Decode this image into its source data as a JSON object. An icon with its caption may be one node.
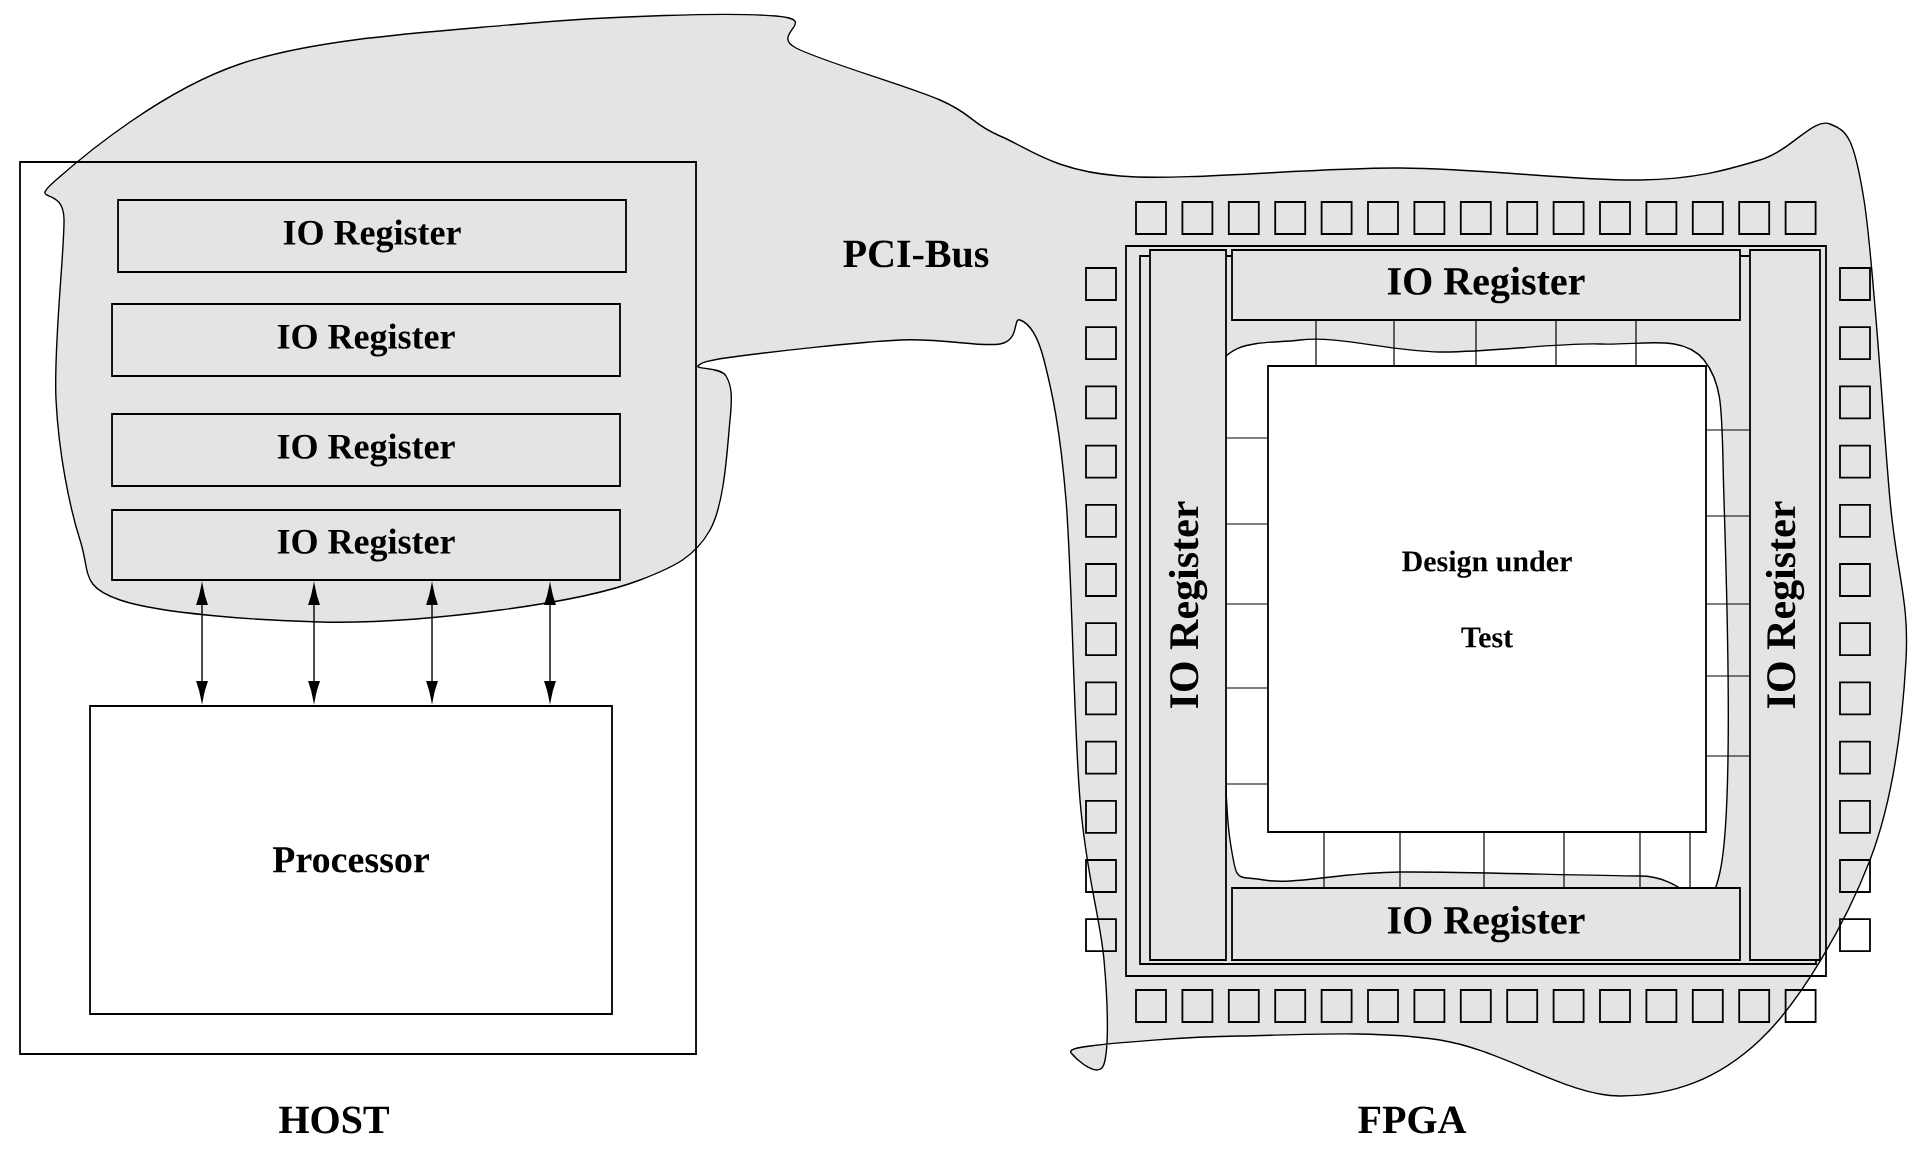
{
  "diagram": {
    "nodes": [
      {
        "text": [
          "HOST"
        ]
      },
      {
        "text": [
          "IO Register"
        ],
        "in": 0
      },
      {
        "text": [
          "IO Register"
        ],
        "in": 0
      },
      {
        "text": [
          "IO Register"
        ],
        "in": 0
      },
      {
        "text": [
          "IO Register"
        ],
        "in": 0
      },
      {
        "text": [
          "Processor"
        ],
        "in": 0
      },
      {
        "text": [
          "FPGA"
        ]
      },
      {
        "text": [
          "IO Register"
        ],
        "in": 6
      },
      {
        "text": [
          "IO Register"
        ],
        "in": 6
      },
      {
        "text": [
          "Design under Test"
        ],
        "in": 6
      },
      {
        "text": [
          "IO Register"
        ],
        "in": 6
      },
      {
        "text": [
          "IO Register"
        ],
        "in": 6
      }
    ],
    "edges": [
      {
        "from": 4,
        "to": 5,
        "arrow": "both"
      },
      {
        "from": 4,
        "to": 5,
        "arrow": "both"
      },
      {
        "from": 4,
        "to": 5,
        "arrow": "both"
      },
      {
        "from": 4,
        "to": 5,
        "arrow": "both"
      },
      {
        "from": 7,
        "to": 9,
        "arrow": "none"
      },
      {
        "from": 7,
        "to": 9,
        "arrow": "none"
      },
      {
        "from": 7,
        "to": 9,
        "arrow": "none"
      },
      {
        "from": 7,
        "to": 9,
        "arrow": "none"
      },
      {
        "from": 7,
        "to": 9,
        "arrow": "none"
      },
      {
        "from": 8,
        "to": 9,
        "arrow": "none"
      },
      {
        "from": 8,
        "to": 9,
        "arrow": "none"
      },
      {
        "from": 8,
        "to": 9,
        "arrow": "none"
      },
      {
        "from": 8,
        "to": 9,
        "arrow": "none"
      },
      {
        "from": 8,
        "to": 9,
        "arrow": "none"
      },
      {
        "from": 9,
        "to": 10,
        "arrow": "none"
      },
      {
        "from": 9,
        "to": 10,
        "arrow": "none"
      },
      {
        "from": 9,
        "to": 10,
        "arrow": "none"
      },
      {
        "from": 9,
        "to": 10,
        "arrow": "none"
      },
      {
        "from": 9,
        "to": 10,
        "arrow": "none"
      },
      {
        "from": 9,
        "to": 11,
        "arrow": "none"
      },
      {
        "from": 9,
        "to": 11,
        "arrow": "none"
      },
      {
        "from": 9,
        "to": 11,
        "arrow": "none"
      },
      {
        "from": 9,
        "to": 11,
        "arrow": "none"
      },
      {
        "from": 9,
        "to": 11,
        "arrow": "none"
      },
      {
        "from": 9,
        "to": 11,
        "arrow": "none"
      }
    ],
    "labels": [
      "PCI-Bus"
    ]
  }
}
